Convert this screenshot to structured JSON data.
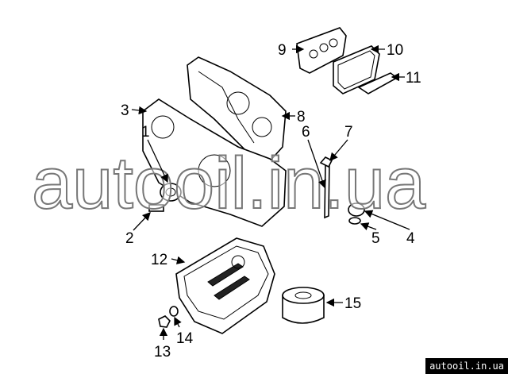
{
  "diagram": {
    "callouts": [
      {
        "id": "9",
        "label": "9"
      },
      {
        "id": "10",
        "label": "10"
      },
      {
        "id": "11",
        "label": "11"
      },
      {
        "id": "3",
        "label": "3"
      },
      {
        "id": "8",
        "label": "8"
      },
      {
        "id": "7",
        "label": "7"
      },
      {
        "id": "6",
        "label": "6"
      },
      {
        "id": "1",
        "label": "1"
      },
      {
        "id": "2",
        "label": "2"
      },
      {
        "id": "4",
        "label": "4"
      },
      {
        "id": "5",
        "label": "5"
      },
      {
        "id": "12",
        "label": "12"
      },
      {
        "id": "15",
        "label": "15"
      },
      {
        "id": "13",
        "label": "13"
      },
      {
        "id": "14",
        "label": "14"
      }
    ]
  },
  "watermark": {
    "text": "autooil.in.ua"
  },
  "site_tag": {
    "text": "autooil.in.ua"
  }
}
